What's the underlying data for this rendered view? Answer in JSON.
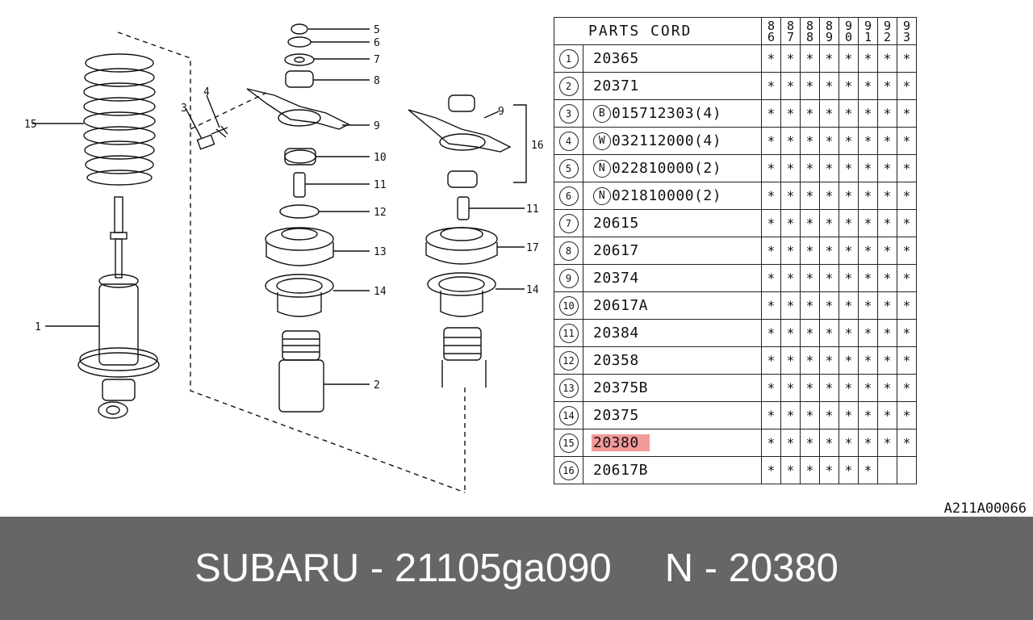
{
  "table": {
    "header": "PARTS CORD",
    "years": [
      [
        "8",
        "6"
      ],
      [
        "8",
        "7"
      ],
      [
        "8",
        "8"
      ],
      [
        "8",
        "9"
      ],
      [
        "9",
        "0"
      ],
      [
        "9",
        "1"
      ],
      [
        "9",
        "2"
      ],
      [
        "9",
        "3"
      ]
    ],
    "rows": [
      {
        "n": "1",
        "prefix": "",
        "part": "20365",
        "marks": [
          "*",
          "*",
          "*",
          "*",
          "*",
          "*",
          "*",
          "*"
        ]
      },
      {
        "n": "2",
        "prefix": "",
        "part": "20371",
        "marks": [
          "*",
          "*",
          "*",
          "*",
          "*",
          "*",
          "*",
          "*"
        ]
      },
      {
        "n": "3",
        "prefix": "B",
        "part": "015712303(4)",
        "marks": [
          "*",
          "*",
          "*",
          "*",
          "*",
          "*",
          "*",
          "*"
        ]
      },
      {
        "n": "4",
        "prefix": "W",
        "part": "032112000(4)",
        "marks": [
          "*",
          "*",
          "*",
          "*",
          "*",
          "*",
          "*",
          "*"
        ]
      },
      {
        "n": "5",
        "prefix": "N",
        "part": "022810000(2)",
        "marks": [
          "*",
          "*",
          "*",
          "*",
          "*",
          "*",
          "*",
          "*"
        ]
      },
      {
        "n": "6",
        "prefix": "N",
        "part": "021810000(2)",
        "marks": [
          "*",
          "*",
          "*",
          "*",
          "*",
          "*",
          "*",
          "*"
        ]
      },
      {
        "n": "7",
        "prefix": "",
        "part": "20615",
        "marks": [
          "*",
          "*",
          "*",
          "*",
          "*",
          "*",
          "*",
          "*"
        ]
      },
      {
        "n": "8",
        "prefix": "",
        "part": "20617",
        "marks": [
          "*",
          "*",
          "*",
          "*",
          "*",
          "*",
          "*",
          "*"
        ]
      },
      {
        "n": "9",
        "prefix": "",
        "part": "20374",
        "marks": [
          "*",
          "*",
          "*",
          "*",
          "*",
          "*",
          "*",
          "*"
        ]
      },
      {
        "n": "10",
        "prefix": "",
        "part": "20617A",
        "marks": [
          "*",
          "*",
          "*",
          "*",
          "*",
          "*",
          "*",
          "*"
        ]
      },
      {
        "n": "11",
        "prefix": "",
        "part": "20384",
        "marks": [
          "*",
          "*",
          "*",
          "*",
          "*",
          "*",
          "*",
          "*"
        ]
      },
      {
        "n": "12",
        "prefix": "",
        "part": "20358",
        "marks": [
          "*",
          "*",
          "*",
          "*",
          "*",
          "*",
          "*",
          "*"
        ]
      },
      {
        "n": "13",
        "prefix": "",
        "part": "20375B",
        "marks": [
          "*",
          "*",
          "*",
          "*",
          "*",
          "*",
          "*",
          "*"
        ]
      },
      {
        "n": "14",
        "prefix": "",
        "part": "20375",
        "marks": [
          "*",
          "*",
          "*",
          "*",
          "*",
          "*",
          "*",
          "*"
        ]
      },
      {
        "n": "15",
        "prefix": "",
        "part": "20380",
        "highlight": true,
        "marks": [
          "*",
          "*",
          "*",
          "*",
          "*",
          "*",
          "*",
          "*"
        ]
      },
      {
        "n": "16",
        "prefix": "",
        "part": "20617B",
        "marks": [
          "*",
          "*",
          "*",
          "*",
          "*",
          "*",
          "",
          ""
        ]
      }
    ]
  },
  "highlight_color": "#f29a9a",
  "diagram_labels": [
    "1",
    "2",
    "3",
    "4",
    "5",
    "6",
    "7",
    "8",
    "9",
    "10",
    "11",
    "12",
    "13",
    "14",
    "15",
    "9",
    "16",
    "11",
    "17",
    "14"
  ],
  "reference_code": "A211A00066",
  "banner": {
    "brand_part": "SUBARU - 21105ga090",
    "number_part": "N - 20380",
    "bg_color": "#666666"
  }
}
